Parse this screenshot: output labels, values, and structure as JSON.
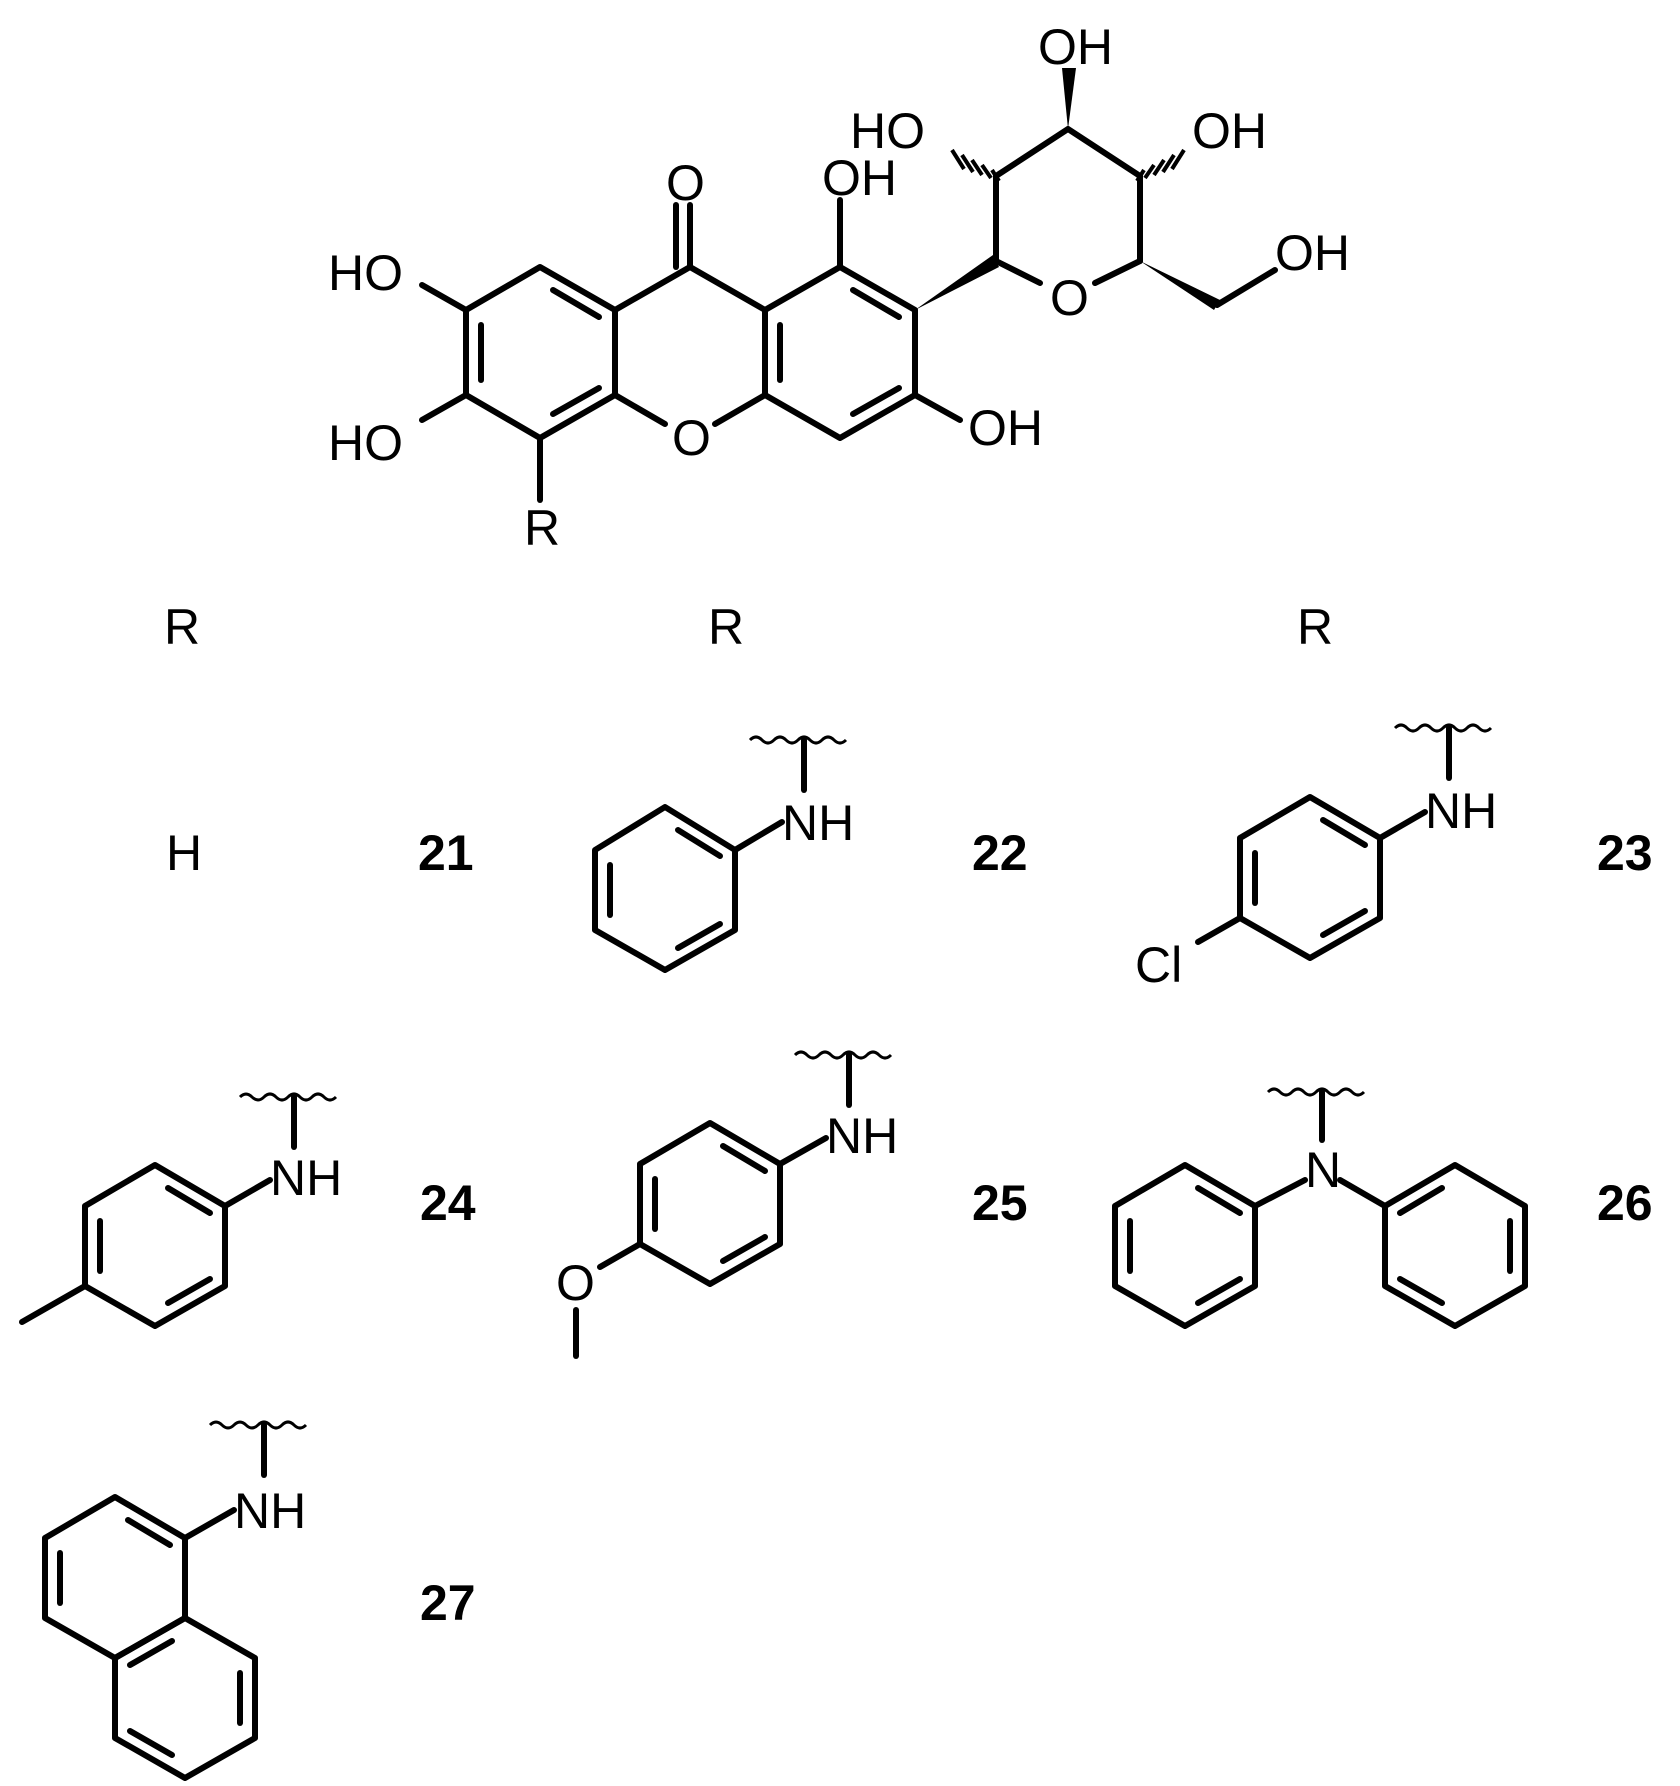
{
  "core": {
    "substituent_label": "R",
    "carbonyl_label": "O",
    "ring_oxygen_label": "O",
    "sugar_oxygen_label": "O",
    "oh_right": "OH",
    "oh_left": "HO",
    "oh_sugar_top": "OH",
    "oh_sugar_left": "HO",
    "oh_sugar_right": "OH",
    "oh_sugar_ch2": "OH",
    "oh_ring_top": "OH",
    "oh_ring_bottom": "OH",
    "ho_ring_top": "HO",
    "ho_ring_bottom": "HO"
  },
  "column_headers": [
    "R",
    "R",
    "R"
  ],
  "compounds": [
    {
      "number": "21",
      "substituent": "H"
    },
    {
      "number": "22",
      "substituent": "phenylamino",
      "amine_label": "NH"
    },
    {
      "number": "23",
      "substituent": "4-chlorophenylamino",
      "amine_label": "NH",
      "halogen_label": "Cl"
    },
    {
      "number": "24",
      "substituent": "4-methylphenylamino",
      "amine_label": "NH"
    },
    {
      "number": "25",
      "substituent": "4-methoxyphenylamino",
      "amine_label": "NH",
      "oxygen_label": "O"
    },
    {
      "number": "26",
      "substituent": "diphenylamino",
      "amine_label": "N"
    },
    {
      "number": "27",
      "substituent": "1-naphthylamino",
      "amine_label": "NH"
    }
  ]
}
